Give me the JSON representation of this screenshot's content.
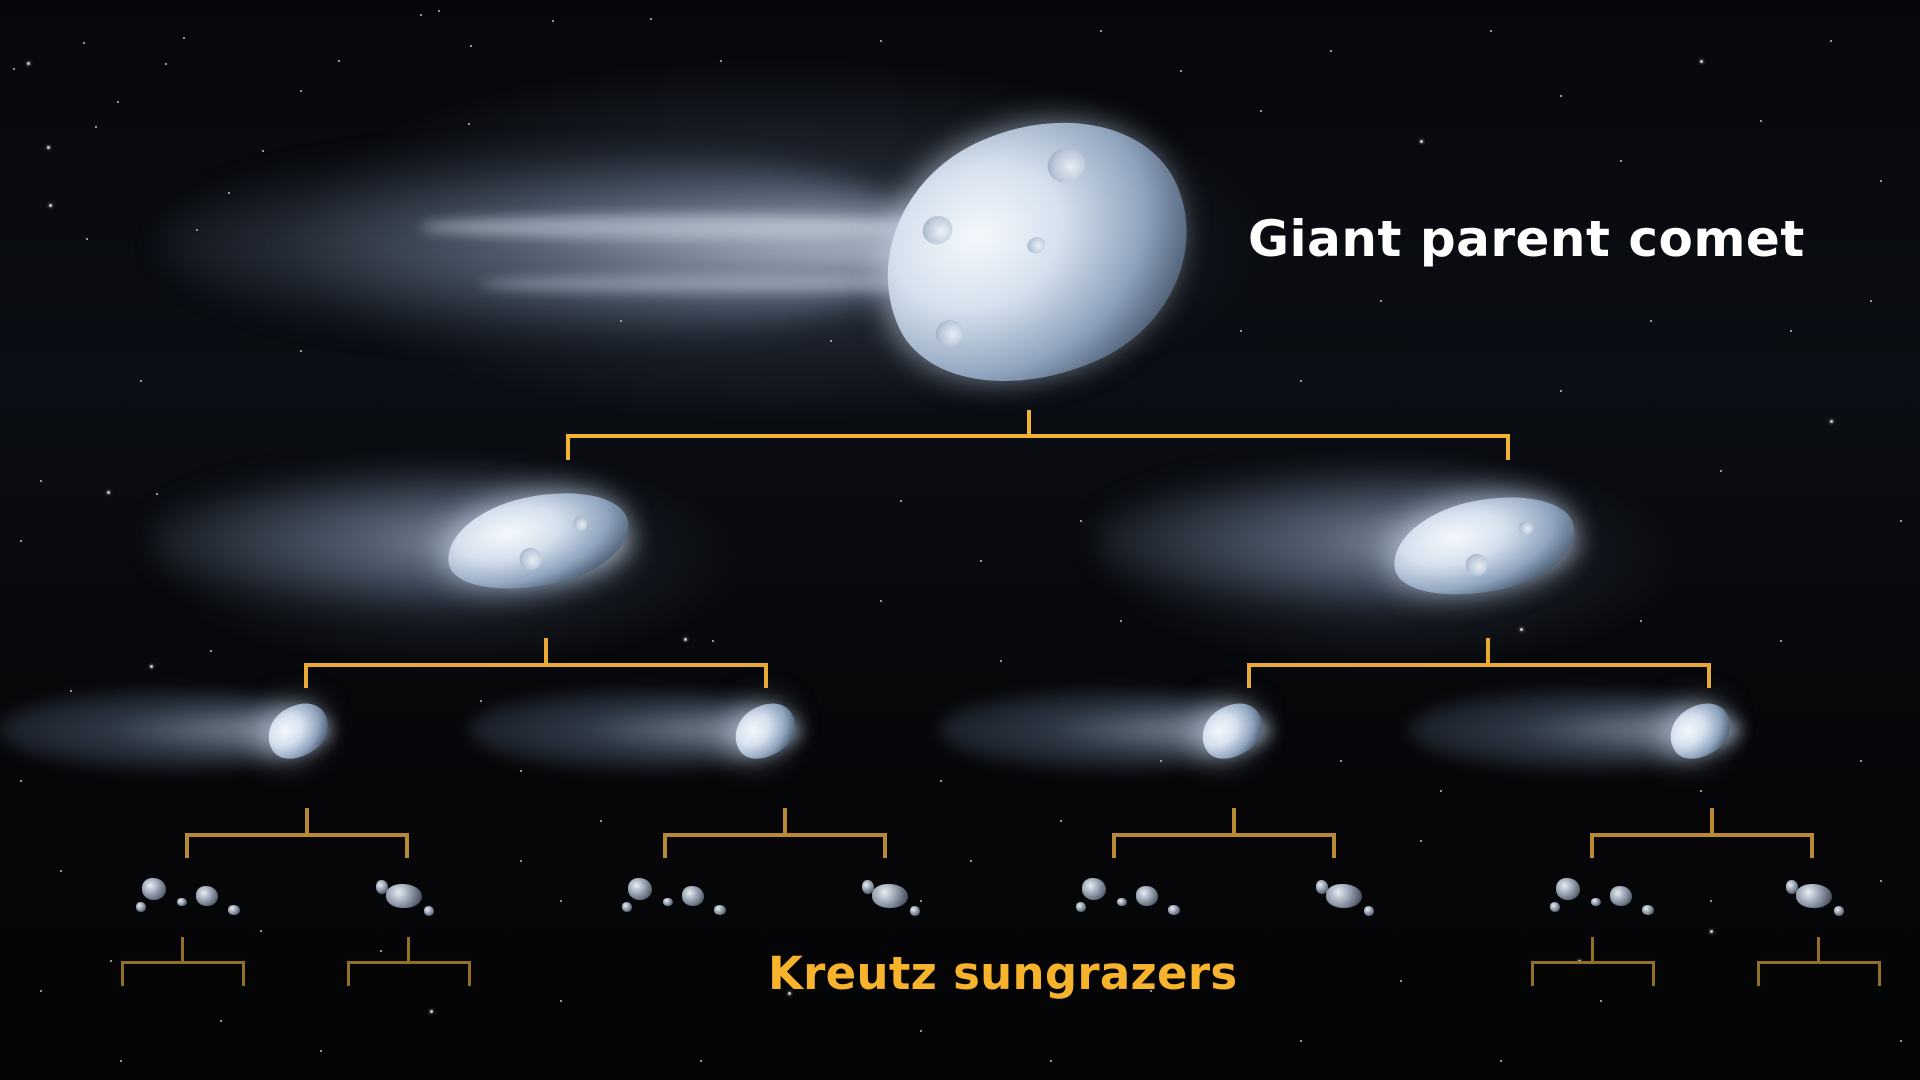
{
  "labels": {
    "parent": "Giant parent comet",
    "descendants": "Kreutz sungrazers"
  },
  "colors": {
    "title_text": "#ffffff",
    "descendants_text": "#f7b32b",
    "bracket_level1": "#f2b233",
    "bracket_level2": "#e8a935",
    "bracket_level3": "#b88a33",
    "bracket_level4": "#93702a",
    "background": "#050608"
  },
  "tree": {
    "root": {
      "name": "giant-parent-comet",
      "children": 2
    },
    "level2": [
      {
        "name": "fragment-comet-left",
        "children": 2
      },
      {
        "name": "fragment-comet-right",
        "children": 2
      }
    ],
    "level3": [
      {
        "name": "comet-a",
        "children": 2
      },
      {
        "name": "comet-b",
        "children": 2
      },
      {
        "name": "comet-c",
        "children": 2
      },
      {
        "name": "comet-d",
        "children": 2
      }
    ],
    "level4_groups": 8,
    "level5_brackets": 4
  }
}
